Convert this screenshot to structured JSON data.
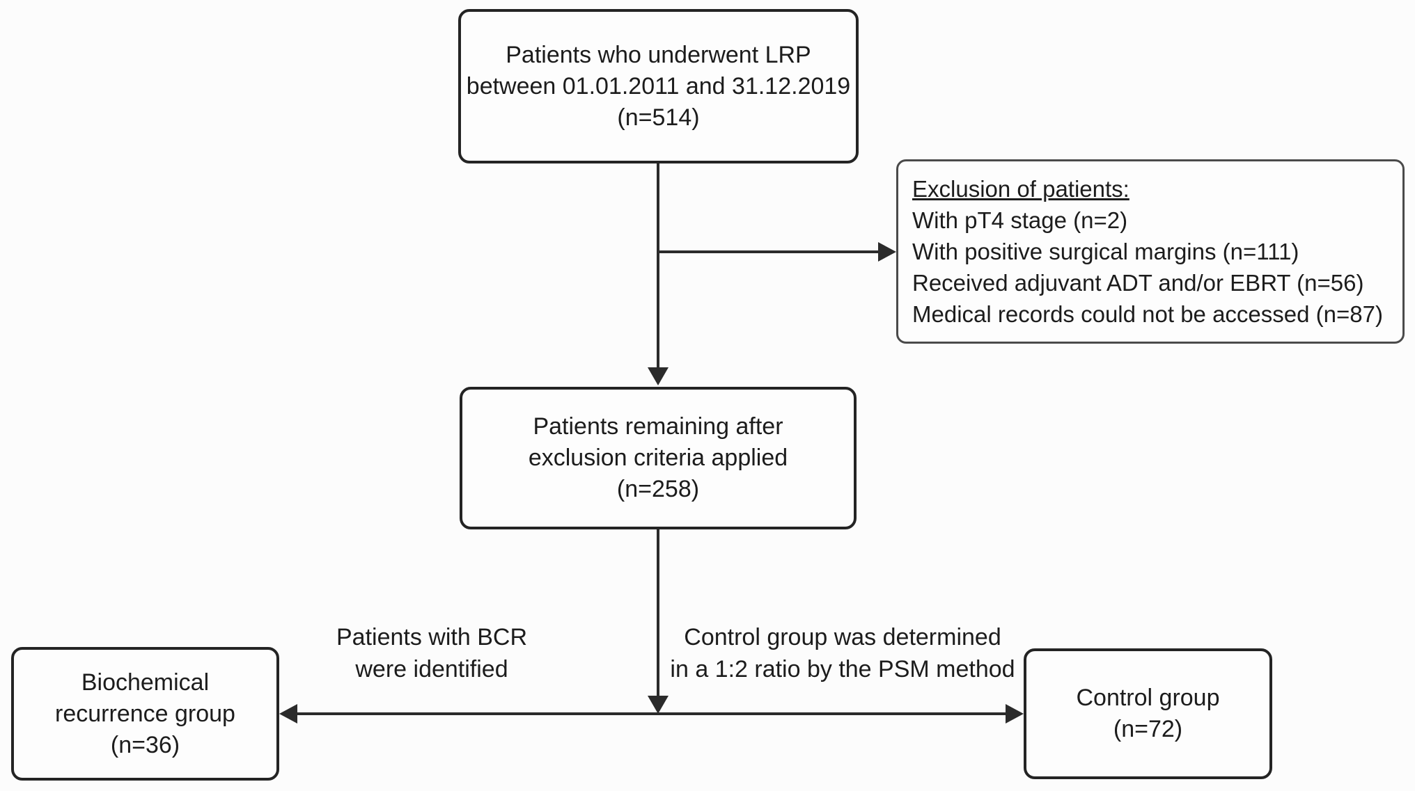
{
  "diagram": {
    "nodes": {
      "initial": {
        "lines": [
          "Patients who underwent LRP",
          "between 01.01.2011 and 31.12.2019",
          "(n=514)"
        ]
      },
      "exclusion": {
        "title": "Exclusion of patients:",
        "items": [
          "With pT4 stage (n=2)",
          "With positive surgical margins (n=111)",
          "Received adjuvant ADT and/or EBRT (n=56)",
          "Medical records could not be accessed (n=87)"
        ]
      },
      "remaining": {
        "lines": [
          "Patients remaining after",
          "exclusion criteria applied",
          "(n=258)"
        ]
      },
      "bcr": {
        "lines": [
          "Biochemical",
          "recurrence group",
          "(n=36)"
        ]
      },
      "control": {
        "lines": [
          "Control group",
          "(n=72)"
        ]
      }
    },
    "edge_labels": {
      "bcr": [
        "Patients with BCR",
        "were identified"
      ],
      "control": [
        "Control group was determined",
        "in a 1:2 ratio by the PSM method"
      ]
    },
    "colors": {
      "background": "#fcfcfc",
      "box_border": "#242424",
      "exclusion_border": "#4a4a4a",
      "connector": "#2b2b2b",
      "text": "#1c1c1c"
    }
  }
}
